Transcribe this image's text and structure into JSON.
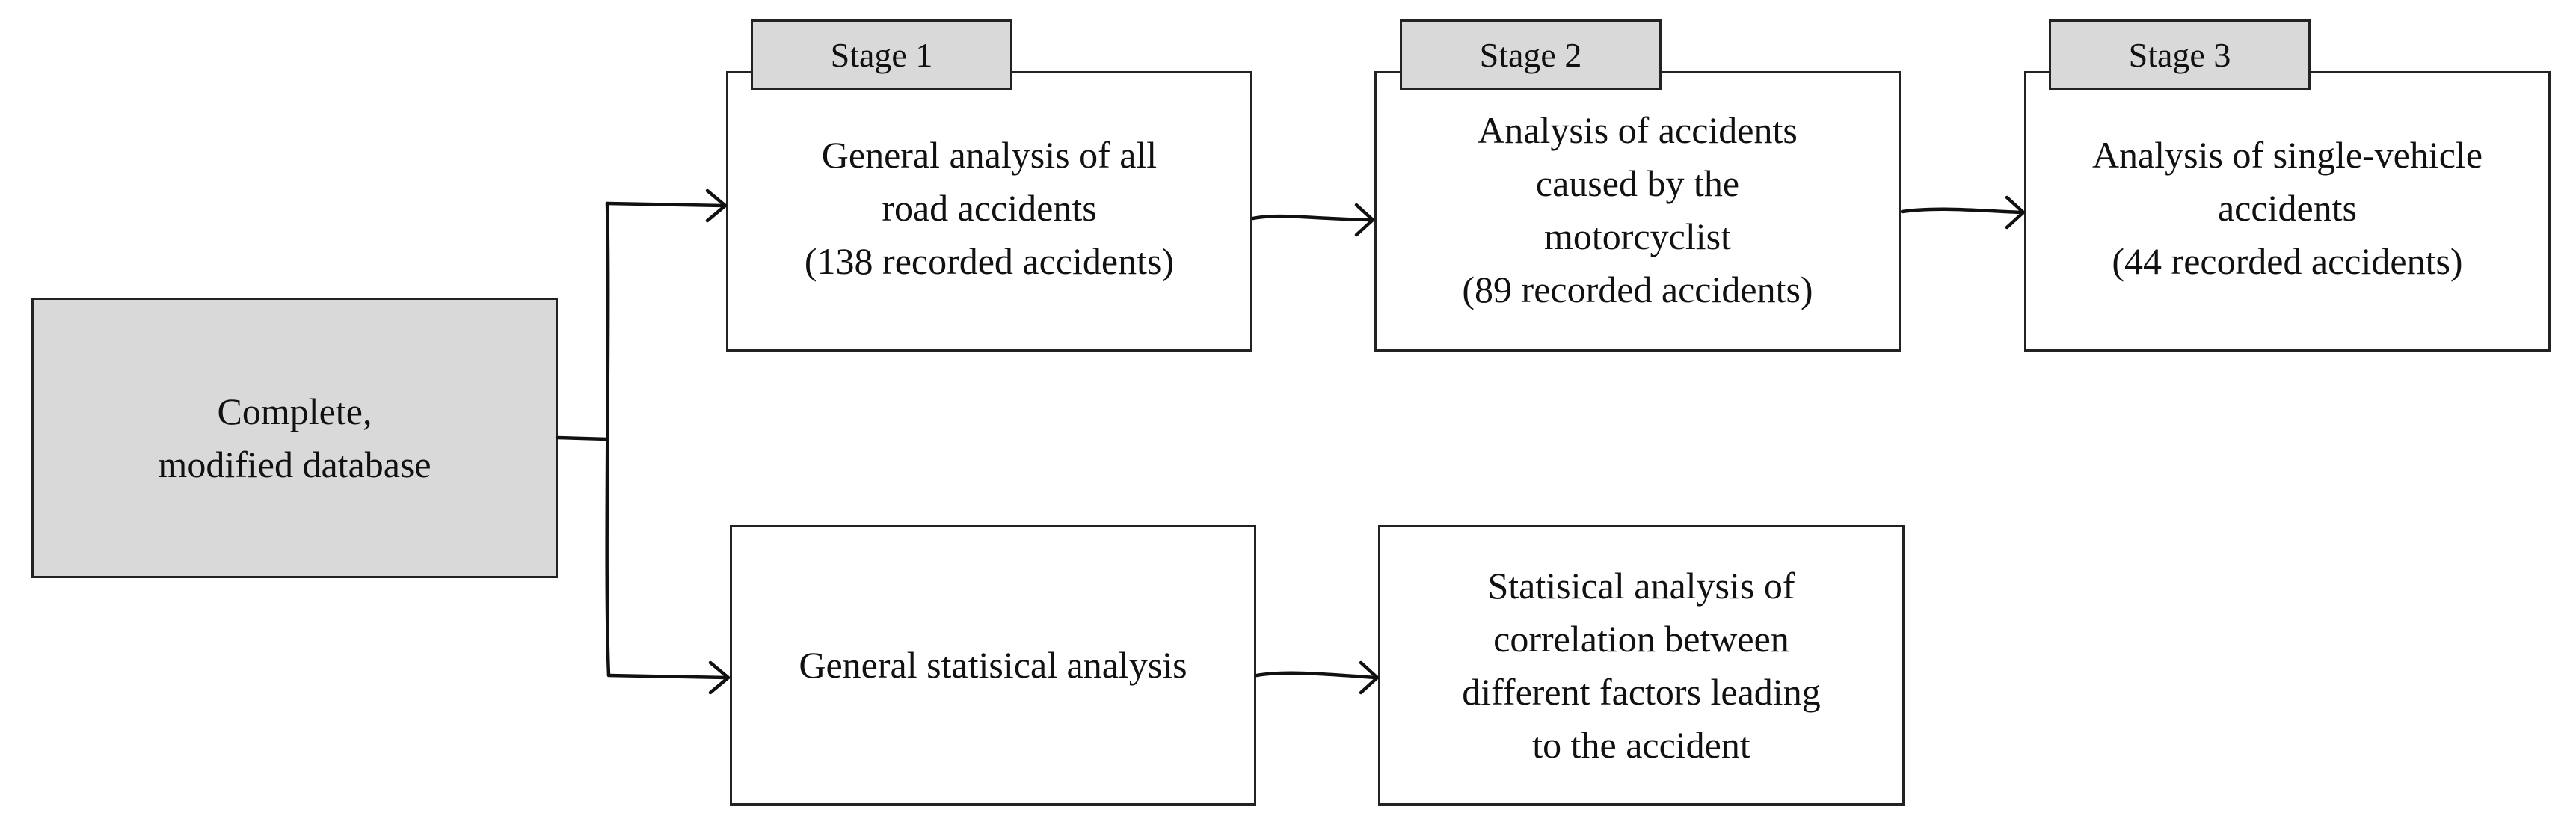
{
  "source": {
    "lines": [
      "Complete,",
      "modified database"
    ]
  },
  "stages": [
    {
      "tab": "Stage 1",
      "lines": [
        "General analysis of all",
        "road accidents",
        "(138 recorded accidents)"
      ]
    },
    {
      "tab": "Stage 2",
      "lines": [
        "Analysis of accidents",
        "caused by the",
        "motorcyclist",
        "(89 recorded accidents)"
      ]
    },
    {
      "tab": "Stage 3",
      "lines": [
        "Analysis of single-vehicle",
        "accidents",
        "(44 recorded accidents)"
      ]
    }
  ],
  "statistical": {
    "general": {
      "lines": [
        "General statisical analysis"
      ]
    },
    "correlation": {
      "lines": [
        "Statisical analysis of",
        "correlation between",
        "different factors leading",
        "to the accident"
      ]
    }
  }
}
